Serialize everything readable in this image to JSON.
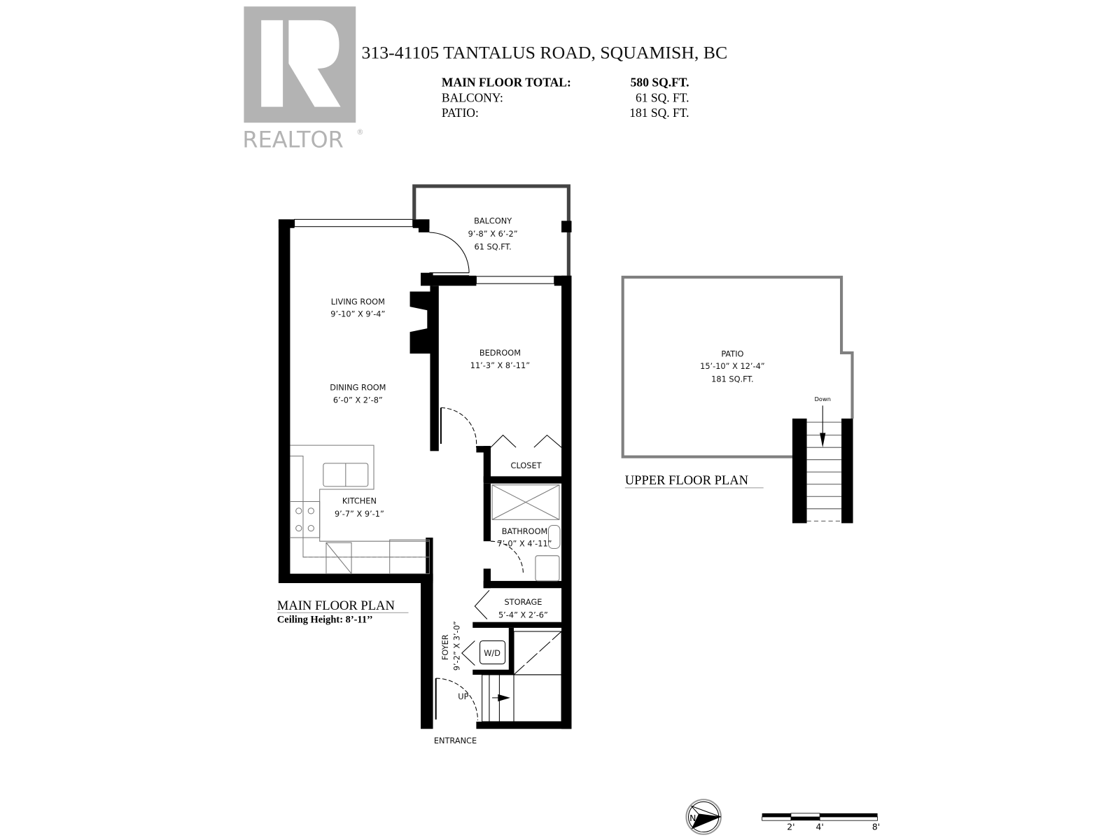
{
  "logo": {
    "brand": "REALTOR",
    "mark": "R",
    "color": "#b3b3b3"
  },
  "header": {
    "address": "313-41105 TANTALUS ROAD, SQUAMISH, BC",
    "summary": [
      {
        "label": "MAIN FLOOR TOTAL:",
        "value": "580 SQ.FT.",
        "bold": true
      },
      {
        "label": "BALCONY:",
        "value": "61 SQ. FT.",
        "bold": false
      },
      {
        "label": "PATIO:",
        "value": "181 SQ. FT.",
        "bold": false
      }
    ]
  },
  "main_floor": {
    "title": "MAIN FLOOR PLAN",
    "ceiling": "Ceiling Height: 8’-11’’",
    "rooms": {
      "balcony": {
        "name": "BALCONY",
        "dims": "9’-8” X 6’-2”",
        "area": "61 SQ.FT."
      },
      "living": {
        "name": "LIVING ROOM",
        "dims": "9’-10” X 9’-4”"
      },
      "dining": {
        "name": "DINING ROOM",
        "dims": "6’-0” X 2’-8”"
      },
      "bedroom": {
        "name": "BEDROOM",
        "dims": "11’-3” X 8’-11”"
      },
      "closet": {
        "name": "CLOSET"
      },
      "kitchen": {
        "name": "KITCHEN",
        "dims": "9’-7” X 9’-1”"
      },
      "bathroom": {
        "name": "BATHROOM",
        "dims": "7’-0” X 4’-11”"
      },
      "storage": {
        "name": "STORAGE",
        "dims": "5’-4” X 2’-6”"
      },
      "foyer": {
        "name": "FOYER",
        "dims": "9’-2” X 3’-0”"
      },
      "wd": {
        "name": "W/D"
      },
      "up": "UP",
      "entrance": "ENTRANCE"
    }
  },
  "upper_floor": {
    "title": "UPPER FLOOR PLAN",
    "patio": {
      "name": "PATIO",
      "dims": "15’-10” X 12’-4”",
      "area": "181 SQ.FT."
    },
    "down": "Down",
    "wall_color": "#808080"
  },
  "compass": {
    "label": "N"
  },
  "scale_bar": {
    "ticks": [
      "2'",
      "4'",
      "8'"
    ]
  }
}
